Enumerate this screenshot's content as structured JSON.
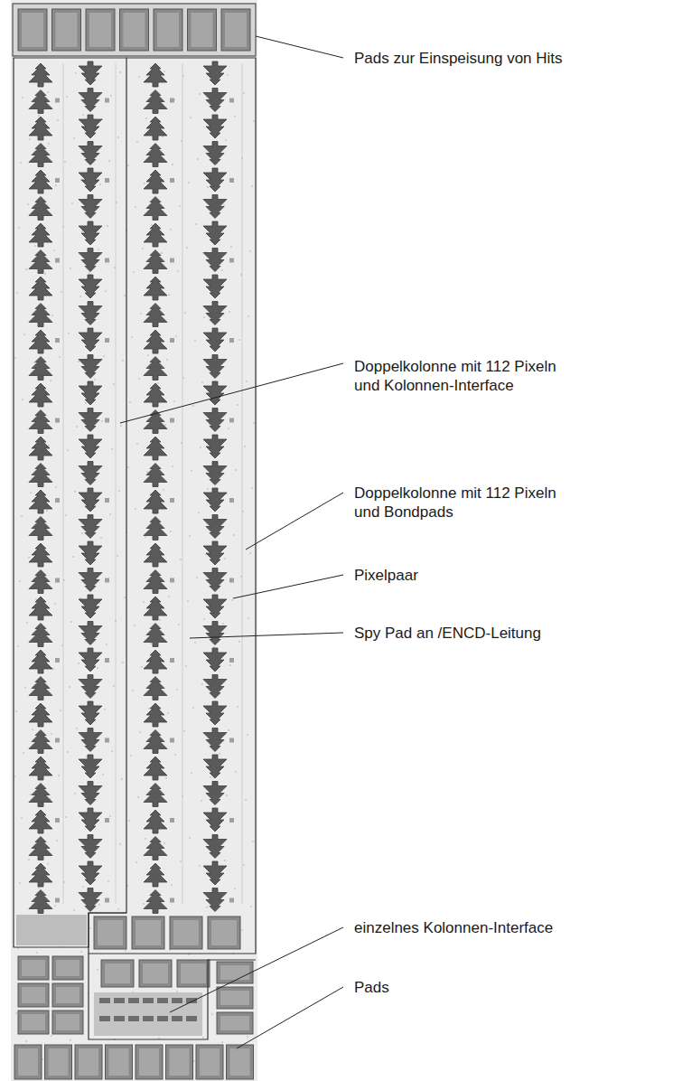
{
  "diagram": {
    "labels": [
      "Pads zur Einspeisung von Hits",
      "Doppelkolonne mit 112 Pixeln und Kolonnen-Interface",
      "Doppelkolonne mit 112 Pixeln und Bondpads",
      "Pixelpaar",
      "Spy Pad an /ENCD-Leitung",
      "einzelnes Kolonnen-Interface",
      "Pads"
    ]
  }
}
